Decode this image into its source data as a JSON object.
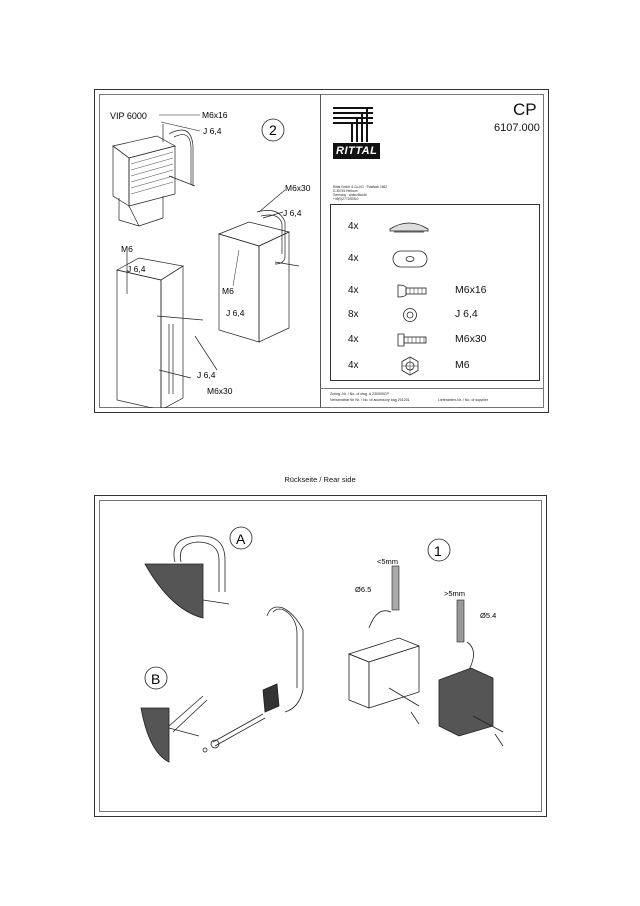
{
  "sheet": {
    "product_code": "CP",
    "part_number": "6107.000",
    "brand": "RITTAL",
    "address_lines": [
      "Rittal GmbH & Co.KG · Postfach 1662",
      "D-35745 Herborn",
      "Germany · www.rittal.de",
      "+49(0)2772/505-0"
    ]
  },
  "figure2": {
    "step_number": "2",
    "title": "VIP 6000",
    "labels": {
      "m6x16": "M6x16",
      "j64_a": "J 6,4",
      "m6x30_a": "M6x30",
      "j64_b": "J 6,4",
      "m6_a": "M6",
      "j64_c": "J 6,4",
      "m6_b": "M6",
      "j64_d": "J 6,4",
      "j64_e": "J 6,4",
      "m6x30_b": "M6x30"
    }
  },
  "parts": [
    {
      "qty": "4x",
      "icon": "cap-icon",
      "desc": ""
    },
    {
      "qty": "4x",
      "icon": "washer-plate-icon",
      "desc": ""
    },
    {
      "qty": "4x",
      "icon": "screw-icon",
      "desc": "M6x16"
    },
    {
      "qty": "8x",
      "icon": "washer-icon",
      "desc": "J 6,4"
    },
    {
      "qty": "4x",
      "icon": "long-screw-icon",
      "desc": "M6x30"
    },
    {
      "qty": "4x",
      "icon": "nut-icon",
      "desc": "M6"
    }
  ],
  "footer": {
    "line1": "Zchng.-Nr. / No. of dwg.  A 230000CP",
    "line2": "Verwendbar für Nr. / No. of accessory bag  201201",
    "line3": "Lieferanten-Nr. / No. of supplier"
  },
  "rear": {
    "caption": "Rückseite / Rear side",
    "label_a": "A",
    "label_b": "B",
    "label_1": "1",
    "dim_5mm_lt": "<5mm",
    "dim_5mm_gt": ">5mm",
    "dia_65": "Ø6.5",
    "dia_54": "Ø5.4"
  }
}
